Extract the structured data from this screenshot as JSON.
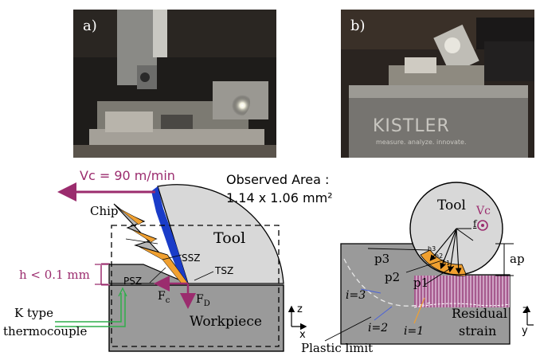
{
  "photos": {
    "a": {
      "label": "a)"
    },
    "b": {
      "label": "b)",
      "brand_text": "KISTLER",
      "brand_tagline": "measure. analyze. innovate."
    }
  },
  "left": {
    "vc_label": "Vc = 90 m/min",
    "observed_title": "Observed Area :",
    "observed_size": "1.14 x 1.06 mm²",
    "chip": "Chip",
    "tool": "Tool",
    "ssz": "SSZ",
    "tsz": "TSZ",
    "psz": "PSZ",
    "h_label": "h < 0.1 mm",
    "fc": "F",
    "fc_sub": "c",
    "fd": "F",
    "fd_sub": "D",
    "thermocouple_line1": "K type",
    "thermocouple_line2": "thermocouple",
    "workpiece": "Workpiece",
    "axis_z": "z",
    "axis_x": "x"
  },
  "right": {
    "tool": "Tool",
    "vc": "Vc",
    "f": "f",
    "ap": "ap",
    "p1": "p1",
    "p2": "p2",
    "p3": "p3",
    "h1": "h1",
    "h2": "h2",
    "h3": "h3",
    "i1": "i=1",
    "i2": "i=2",
    "i3": "i=3",
    "residual1": "Residual",
    "residual2": "strain",
    "plastic_limit": "Plastic limit",
    "axis_z": "z",
    "axis_y": "y"
  },
  "colors": {
    "accent": "#9b2c6e",
    "orange_zone": "#f0a030",
    "blue_zone": "#1a3cc8",
    "thermocouple": "#2fae4a"
  }
}
